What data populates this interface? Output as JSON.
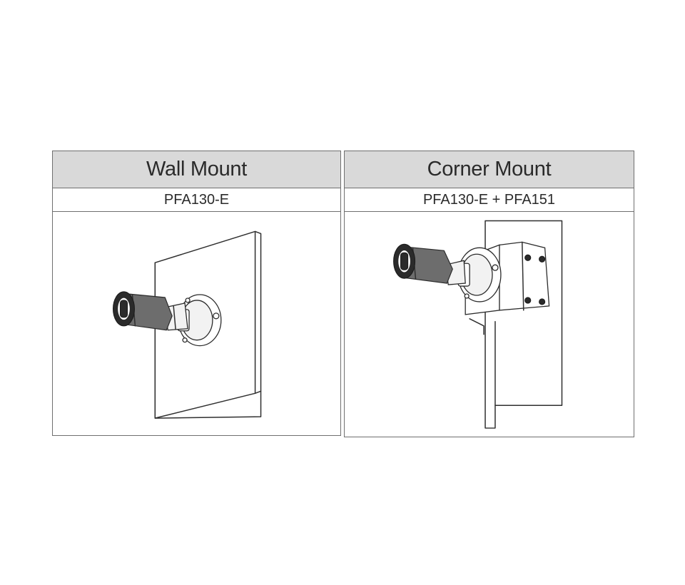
{
  "panels": [
    {
      "title": "Wall Mount",
      "model": "PFA130-E"
    },
    {
      "title": "Corner Mount",
      "model": "PFA130-E + PFA151"
    }
  ],
  "colors": {
    "header_bg": "#d9d9d9",
    "border": "#6f6f6f",
    "text": "#2a2a2a"
  }
}
